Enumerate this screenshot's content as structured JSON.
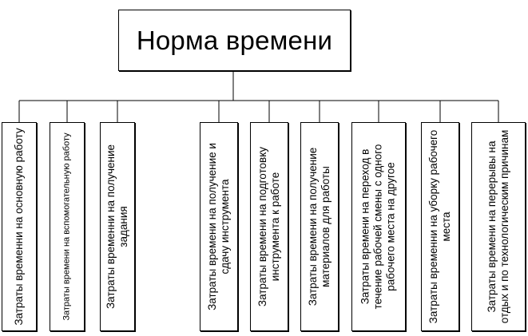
{
  "diagram": {
    "root": {
      "label": "Норма времени"
    },
    "children": [
      {
        "label": "Затраты временни на основную работу",
        "small": false
      },
      {
        "label": "Затраты времени на вспомогательную работу",
        "small": true
      },
      {
        "label": "Затраты временни на получение задания",
        "small": false
      },
      {
        "label": "Затраты времени на получение и сдачу инструмента",
        "small": false
      },
      {
        "label": "Затраты времени на подготовку инструмента к работе",
        "small": false
      },
      {
        "label": "Затраты времени на получение материалов для работы",
        "small": false
      },
      {
        "label": "Затраты времени на переход в течение рабочей смены с одного рабочего места на другое",
        "small": false
      },
      {
        "label": "Затраты временни на уборку рабочего места",
        "small": false
      },
      {
        "label": "Затраты времени на перерывы на отдых и по технологическим причинам",
        "small": false
      }
    ]
  }
}
